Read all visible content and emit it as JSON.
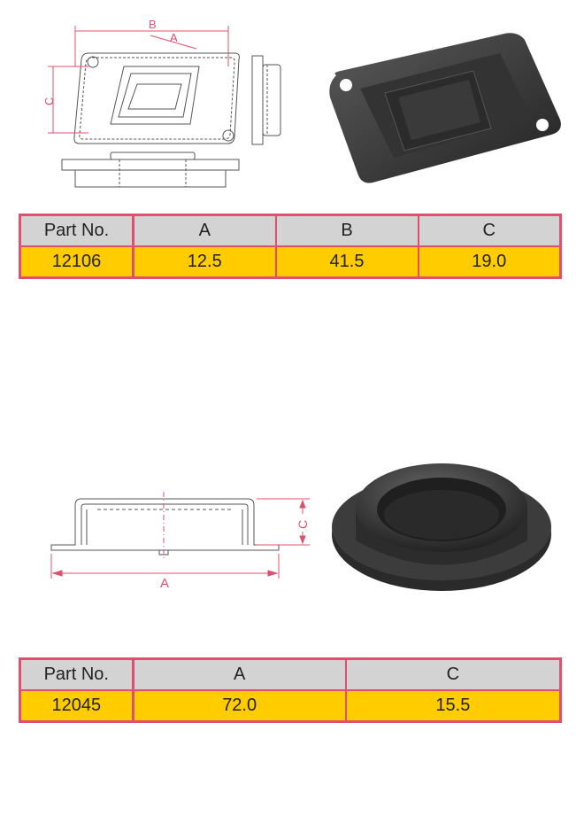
{
  "products": [
    {
      "table": {
        "headers": [
          "Part No.",
          "A",
          "B",
          "C"
        ],
        "values": [
          "12106",
          "12.5",
          "41.5",
          "19.0"
        ]
      },
      "dimension_letters": {
        "a": "A",
        "b": "B",
        "c": "C"
      }
    },
    {
      "table": {
        "headers": [
          "Part No.",
          "A",
          "C"
        ],
        "values": [
          "12045",
          "72.0",
          "15.5"
        ]
      },
      "dimension_letters": {
        "a": "A",
        "c": "C"
      }
    }
  ],
  "colors": {
    "border": "#e0506e",
    "header_bg": "#d3d3d3",
    "value_bg": "#ffcc00",
    "dimension": "#e0506e"
  }
}
